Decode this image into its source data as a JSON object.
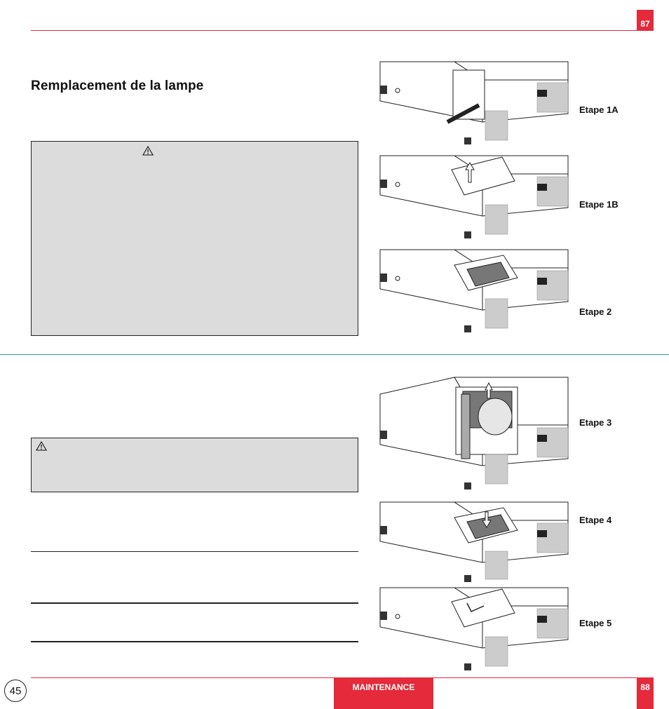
{
  "header": {
    "page_number_right": "87"
  },
  "section": {
    "title": "Remplacement de la lampe"
  },
  "steps": [
    {
      "label": "Etape 1A"
    },
    {
      "label": "Etape 1B"
    },
    {
      "label": "Etape 2"
    },
    {
      "label": "Etape 3"
    },
    {
      "label": "Etape 4"
    },
    {
      "label": "Etape 5"
    }
  ],
  "icons": {
    "caution_box_1": "warning-triangle-icon",
    "caution_box_2": "warning-triangle-icon"
  },
  "footer": {
    "page_number_left": "45",
    "section_label": "MAINTENANCE",
    "page_number_right": "88"
  },
  "colors": {
    "accent_red": "#e42a3b",
    "divider_teal": "#1fa89c",
    "caution_fill": "#dcdcdc"
  }
}
